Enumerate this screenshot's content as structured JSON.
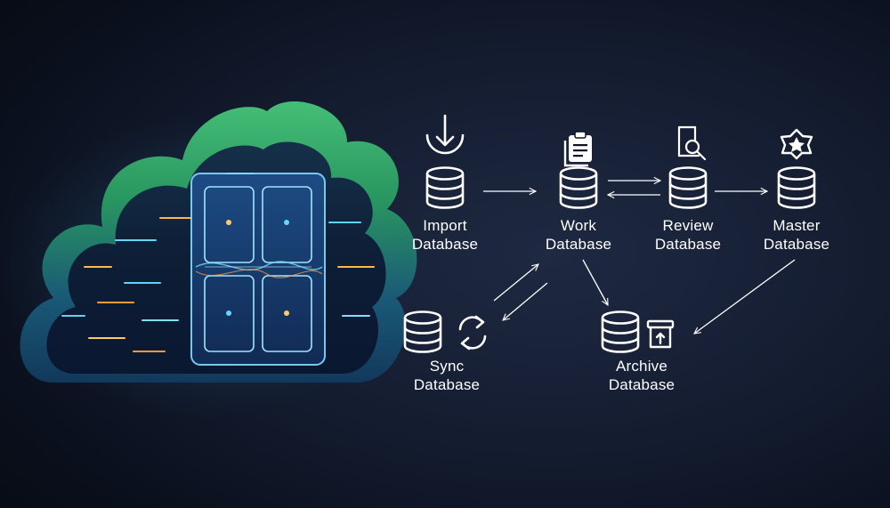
{
  "colors": {
    "background": "#0e1424",
    "line": "#ffffff",
    "cloud_green": "#39b86a",
    "cloud_blue": "#1c6ea8",
    "server_glow": "#46c8ff"
  },
  "illustration": {
    "subject": "cloud-server-icon"
  },
  "nodes": [
    {
      "id": "import",
      "line1": "Import",
      "line2": "Database",
      "icon": "download-arrow-icon"
    },
    {
      "id": "work",
      "line1": "Work",
      "line2": "Database",
      "icon": "clipboard-icon"
    },
    {
      "id": "review",
      "line1": "Review",
      "line2": "Database",
      "icon": "document-search-icon"
    },
    {
      "id": "master",
      "line1": "Master",
      "line2": "Database",
      "icon": "star-badge-icon"
    },
    {
      "id": "sync",
      "line1": "Sync",
      "line2": "Database",
      "icon": "sync-arrows-icon"
    },
    {
      "id": "archive",
      "line1": "Archive",
      "line2": "Database",
      "icon": "archive-box-icon"
    }
  ],
  "edges": [
    {
      "from": "import",
      "to": "work"
    },
    {
      "from": "work",
      "to": "review"
    },
    {
      "from": "review",
      "to": "work"
    },
    {
      "from": "review",
      "to": "master"
    },
    {
      "from": "work",
      "to": "archive"
    },
    {
      "from": "master",
      "to": "archive"
    },
    {
      "from": "work",
      "to": "sync"
    },
    {
      "from": "sync",
      "to": "work"
    }
  ]
}
